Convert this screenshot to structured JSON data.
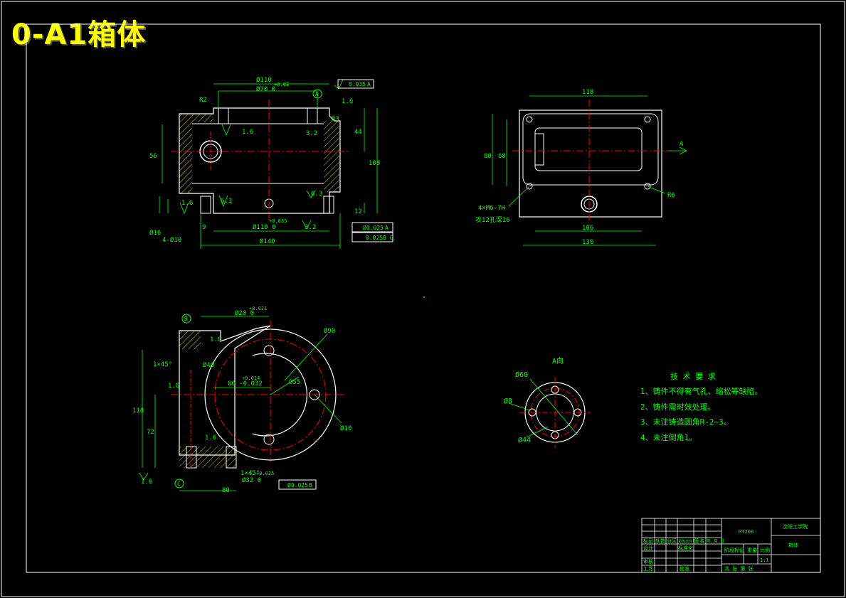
{
  "title": "0-A1箱体",
  "colors": {
    "outline": "#ffffff",
    "dim": "#00ff00",
    "center": "#ff0000",
    "hatch": "#ffff00",
    "frame": "#ffffff"
  },
  "front_view": {
    "dims": {
      "d_top": "Ø110",
      "d_top2": "Ø70 0",
      "d_top_tol": "+0.03",
      "gdt_top": "0.035",
      "gdt_top_ref": "A",
      "datum_a": "A",
      "r2": "R2",
      "r3": "R3",
      "ra1": "1.6",
      "ra2": "1.6",
      "ra3": "3.2",
      "ra4": "6.3",
      "ra5": "6.3",
      "ra6": "3.2",
      "ra7": "1.6",
      "h56": "56",
      "h44": "44",
      "h108": "108",
      "h12": "12",
      "d16": "Ø16",
      "d10": "4-Ø10",
      "w9": "9",
      "d_bottom": "Ø110 0",
      "d_bottom_tol": "+0.035",
      "d140": "Ø140",
      "gdt1_val": "Ø0.025",
      "gdt1_ref": "A",
      "gdt2_val": "0.025",
      "gdt2_ref": "B C"
    }
  },
  "side_view": {
    "dims": {
      "w118": "118",
      "h80": "80",
      "h68": "68",
      "w106": "106",
      "w130": "130",
      "r6": "R6",
      "threads": "4×M6-7H",
      "threads2": "攻12孔深16",
      "arrow_a": "A"
    }
  },
  "section_view": {
    "dims": {
      "datum_b": "B",
      "datum_c": "C",
      "d20": "Ø20 0",
      "d20_tol": "+0.021",
      "chamfer": "1×45°",
      "h118": "118",
      "h72": "72",
      "d40": "Ø40",
      "d60": "60 -0.032",
      "d60_tol": "+0.014",
      "d90": "Ø90",
      "d55": "Ø55",
      "d10": "Ø10",
      "ra1": "1.6",
      "ra2": "1.6",
      "ra3": "1.6",
      "ra4": "1.6",
      "chamfer2": "1×45°",
      "d32": "Ø32 0",
      "d32_tol": "+0.025",
      "w80": "80",
      "gdt_val": "Ø0.025",
      "gdt_ref": "B"
    }
  },
  "a_view": {
    "label": "A向",
    "d60": "Ø60",
    "d8": "Ø8",
    "d44": "Ø44"
  },
  "tech_requirements": {
    "heading": "技 术 要 求",
    "items": [
      "1、铸件不得有气孔、缩松等缺陷。",
      "2、铸件需时效处理。",
      "3、未注铸造圆角R-2~3。",
      "4、未注倒角1。"
    ]
  },
  "title_block": {
    "material": "HT200",
    "school": "沈阳工学院",
    "part_name": "箱体",
    "row_labels": [
      "标记",
      "处数",
      "分区",
      "更改文件号",
      "签名",
      "年.月.日"
    ],
    "design": "设计",
    "standard": "标准化",
    "check": "审核",
    "process": "工艺",
    "approve": "批准",
    "stage_mark": "阶段标记",
    "weight": "重量",
    "scale": "比例",
    "scale_val": "1:1",
    "sheets": "共  张  第  张"
  }
}
